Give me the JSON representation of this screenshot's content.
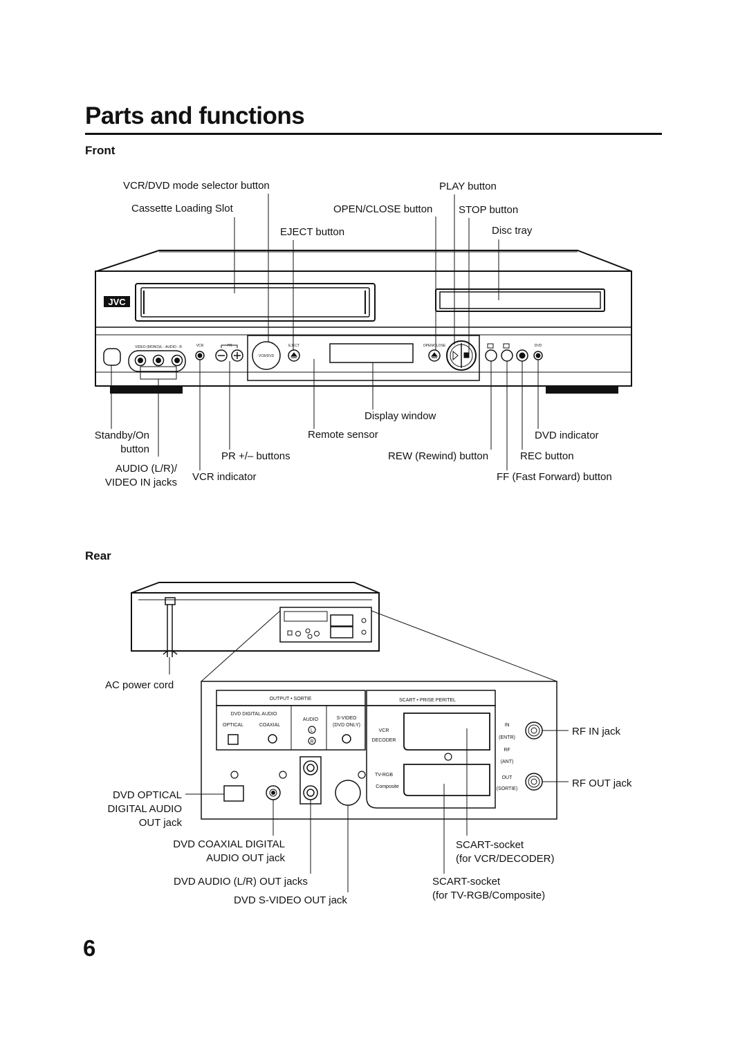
{
  "page": {
    "title": "Parts and functions",
    "page_number": "6"
  },
  "front": {
    "heading": "Front",
    "brand": "JVC",
    "panel_text": {
      "video_audio": "VIDEO (MONO)/L - AUDIO - R",
      "vcr": "VCR",
      "pr": "PR",
      "vcr_dvd": "VCR/DVD",
      "eject": "EJECT",
      "open_close": "OPEN/CLOSE",
      "dvd": "DVD"
    },
    "labels": {
      "mode_selector": "VCR/DVD mode selector button",
      "cassette_slot": "Cassette Loading Slot",
      "eject": "EJECT button",
      "play": "PLAY button",
      "open_close": "OPEN/CLOSE button",
      "stop": "STOP button",
      "disc_tray": "Disc tray",
      "display_window": "Display window",
      "standby_1": "Standby/On",
      "standby_2": "button",
      "remote_sensor": "Remote sensor",
      "dvd_indicator": "DVD indicator",
      "pr_buttons": "PR +/– buttons",
      "rew": "REW (Rewind) button",
      "rec": "REC button",
      "audio_in_1": "AUDIO (L/R)/",
      "audio_in_2": "VIDEO IN jacks",
      "vcr_indicator": "VCR indicator",
      "ff": "FF (Fast Forward) button"
    }
  },
  "rear": {
    "heading": "Rear",
    "panel_text": {
      "output": "OUTPUT • SORTIE",
      "scart": "SCART • PRISE PERITEL",
      "dvd_digital_audio": "DVD DIGITAL AUDIO",
      "optical": "OPTICAL",
      "coaxial": "COAXIAL",
      "audio": "AUDIO",
      "s_video": "S-VIDEO",
      "dvd_only": "(DVD ONLY)",
      "l": "L",
      "r": "R",
      "vcr": "VCR",
      "decoder": "DECODER",
      "tv_rgb": "TV-RGB",
      "composite": "Composite",
      "in": "IN",
      "entr": "(ENTR)",
      "rf": "RF",
      "ant": "(ANT)",
      "out": "OUT",
      "sortie": "(SORTIE)"
    },
    "labels": {
      "ac_power_cord": "AC power cord",
      "rf_in": "RF IN jack",
      "rf_out": "RF OUT jack",
      "dvd_optical_1": "DVD OPTICAL",
      "dvd_optical_2": "DIGITAL AUDIO",
      "dvd_optical_3": "OUT jack",
      "coaxial_1": "DVD COAXIAL DIGITAL",
      "coaxial_2": "AUDIO OUT jack",
      "scart_vcr_1": "SCART-socket",
      "scart_vcr_2": "(for VCR/DECODER)",
      "dvd_audio_out": "DVD AUDIO (L/R) OUT jacks",
      "scart_tv_1": "SCART-socket",
      "scart_tv_2": "(for TV-RGB/Composite)",
      "s_video_out": "DVD S-VIDEO OUT jack"
    }
  }
}
